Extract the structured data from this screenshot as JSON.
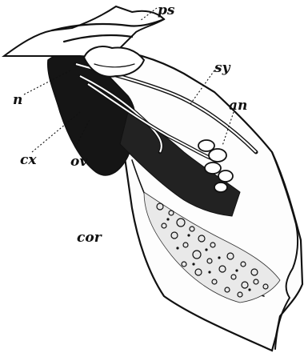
{
  "figure": {
    "labels": {
      "ps": "ps",
      "sy": "sy",
      "an": "an",
      "n": "n",
      "cx": "cx",
      "ov": "ov",
      "cor": "cor"
    }
  }
}
